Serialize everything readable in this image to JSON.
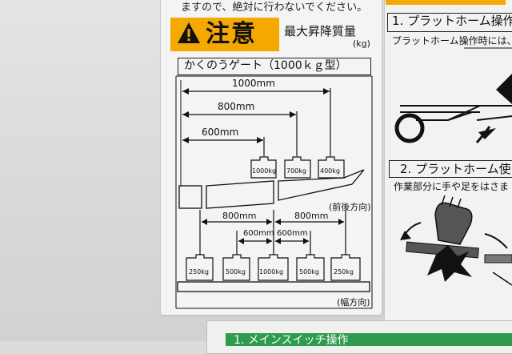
{
  "top_notice": "ますので、絶対に行わないでください。",
  "warning": {
    "label": "注意",
    "caption": "最大昇降質量",
    "unit": "(kg)"
  },
  "gate": {
    "title": "かくのうゲート（1000ｋｇ型）"
  },
  "front_back": {
    "distances": [
      "1000mm",
      "800mm",
      "600mm"
    ],
    "weights": [
      "1000kg",
      "700kg",
      "400kg"
    ],
    "direction": "(前後方向)"
  },
  "width_dir": {
    "outer_distances": [
      "800mm",
      "800mm"
    ],
    "inner_distances": [
      "600mm",
      "600mm"
    ],
    "weights": [
      "250kg",
      "500kg",
      "1000kg",
      "500kg",
      "250kg"
    ],
    "direction": "(幅方向)"
  },
  "right_panel": {
    "section1_title": "1. プラットホーム操作",
    "section1_text": "プラットホーム操作時には、",
    "section2_title": "2. プラットホーム使",
    "section2_text": "作業部分に手や足をはさま"
  },
  "bottom_panel": {
    "title": "1. メインスイッチ操作"
  },
  "colors": {
    "warning_yellow": "#f5a800",
    "green": "#2e9b4e"
  }
}
